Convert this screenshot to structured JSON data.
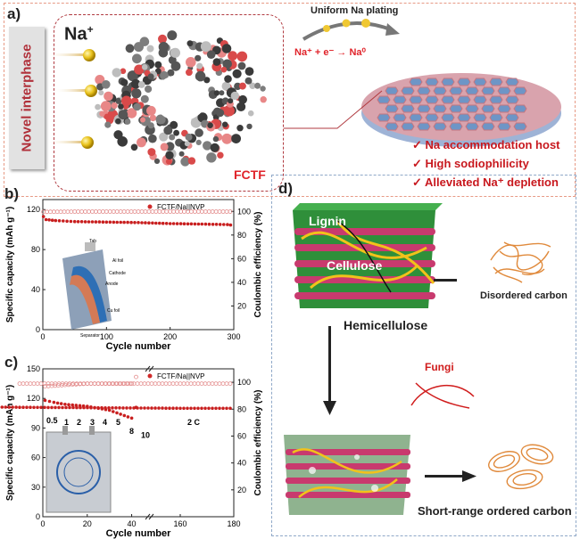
{
  "panel_a": {
    "label": "a)",
    "side_text": "Novel interphase",
    "na_ion": "Na",
    "na_sup": "+",
    "fctf": "FCTF",
    "plating_title": "Uniform Na plating",
    "reaction": "Na⁺ + e⁻ → Na⁰",
    "checks": [
      "Na accommodation host",
      "High sodiophilicity",
      "Alleviated Na⁺ depletion"
    ],
    "check_mark": "✓"
  },
  "panel_b": {
    "label": "b)",
    "legend": "FCTF/Na||NVP",
    "ylabel": "Specific capacity (mAh g⁻¹)",
    "y2label": "Coulombic efficiency (%)",
    "xlabel": "Cycle number",
    "y_ticks": [
      "0",
      "40",
      "80",
      "120"
    ],
    "y2_ticks": [
      "20",
      "40",
      "60",
      "80",
      "100"
    ],
    "x_ticks": [
      "0",
      "100",
      "200",
      "300"
    ],
    "inset_labels": [
      "Tab",
      "Al foil",
      "Cathode",
      "Anode",
      "Cu foil",
      "Separator"
    ]
  },
  "panel_c": {
    "label": "c)",
    "legend": "FCTF/Na||NVP",
    "ylabel": "Specific capacity (mAh g⁻¹)",
    "y2label": "Coulombic efficiency (%)",
    "xlabel": "Cycle number",
    "y_ticks": [
      "0",
      "30",
      "60",
      "90",
      "120",
      "150"
    ],
    "y2_ticks": [
      "20",
      "40",
      "60",
      "80",
      "100"
    ],
    "x_ticks": [
      "0",
      "20",
      "40",
      "160",
      "180"
    ],
    "rates": [
      "0.5",
      "1",
      "2",
      "3",
      "4",
      "5",
      "8",
      "10",
      "2 C"
    ]
  },
  "panel_d": {
    "label": "d)",
    "lignin": "Lignin",
    "cellulose": "Cellulose",
    "hemicellulose": "Hemicellulose",
    "disordered": "Disordered carbon",
    "fungi": "Fungi",
    "short_range": "Short-range ordered carbon"
  },
  "chart_data": [
    {
      "type": "scatter",
      "panel": "b",
      "series": [
        {
          "name": "FCTF/Na||NVP",
          "axis": "capacity",
          "x": [
            1,
            5,
            20,
            50,
            100,
            150,
            200,
            250,
            290,
            300
          ],
          "y": [
            113,
            110,
            109,
            108,
            107.5,
            107,
            106,
            105.5,
            105,
            104
          ]
        },
        {
          "name": "FCTF/Na||NVP",
          "axis": "coulombic_efficiency",
          "x": [
            1,
            50,
            100,
            150,
            200,
            250,
            300
          ],
          "y": [
            99.6,
            99.8,
            99.8,
            99.8,
            99.8,
            99.8,
            99.8
          ]
        }
      ],
      "xlabel": "Cycle number",
      "ylabel": "Specific capacity (mAh g⁻¹)",
      "y2label": "Coulombic efficiency (%)",
      "xlim": [
        0,
        300
      ],
      "ylim": [
        0,
        130
      ],
      "y2lim": [
        0,
        110
      ]
    },
    {
      "type": "scatter",
      "panel": "c",
      "series": [
        {
          "name": "FCTF/Na||NVP",
          "axis": "capacity",
          "x": [
            1,
            5,
            10,
            15,
            20,
            25,
            30,
            35,
            40,
            42,
            50,
            100,
            160,
            180
          ],
          "y": [
            118,
            116,
            114,
            113,
            112,
            110,
            108,
            104,
            100,
            111,
            112,
            111,
            110,
            110
          ]
        },
        {
          "name": "FCTF/Na||NVP",
          "axis": "coulombic_efficiency",
          "x": [
            1,
            10,
            20,
            30,
            40,
            42,
            100,
            160,
            180
          ],
          "y": [
            97,
            98,
            99,
            99,
            99,
            104,
            99,
            99,
            99
          ]
        }
      ],
      "rate_labels": [
        "0.5",
        "1",
        "2",
        "3",
        "4",
        "5",
        "8",
        "10",
        "2 C"
      ],
      "xlabel": "Cycle number",
      "ylabel": "Specific capacity (mAh g⁻¹)",
      "y2label": "Coulombic efficiency (%)",
      "ylim": [
        0,
        150
      ],
      "y2lim": [
        0,
        110
      ]
    }
  ]
}
